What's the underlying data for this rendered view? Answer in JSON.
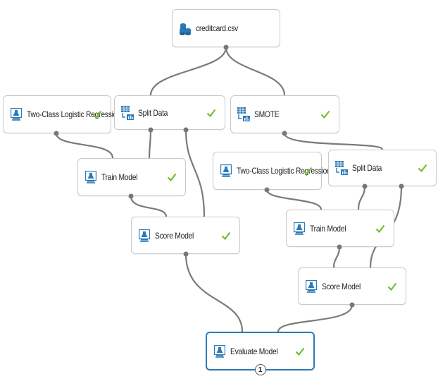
{
  "nodes": {
    "creditcard": {
      "label": "creditcard.csv",
      "icon": "dataset-icon"
    },
    "logreg_left": {
      "label": "Two-Class Logistic Regression",
      "icon": "flask-icon",
      "status": "completed"
    },
    "split_left": {
      "label": "Split Data",
      "icon": "split-data-icon",
      "status": "completed"
    },
    "smote": {
      "label": "SMOTE",
      "icon": "smote-icon",
      "status": "completed"
    },
    "train_left": {
      "label": "Train Model",
      "icon": "flask-icon",
      "status": "completed"
    },
    "logreg_right": {
      "label": "Two-Class Logistic Regression",
      "icon": "flask-icon",
      "status": "completed"
    },
    "split_right": {
      "label": "Split Data",
      "icon": "split-data-icon",
      "status": "completed"
    },
    "score_left": {
      "label": "Score Model",
      "icon": "flask-icon",
      "status": "completed"
    },
    "train_right": {
      "label": "Train Model",
      "icon": "flask-icon",
      "status": "completed"
    },
    "score_right": {
      "label": "Score Model",
      "icon": "flask-icon",
      "status": "completed"
    },
    "evaluate": {
      "label": "Evaluate Model",
      "icon": "flask-icon",
      "status": "completed",
      "badge": "1"
    }
  },
  "colors": {
    "check": "#6fbf2e",
    "connector": "#7a7a7a",
    "icon_blue": "#2b7ab8",
    "selected_border": "#2b7ab8"
  }
}
